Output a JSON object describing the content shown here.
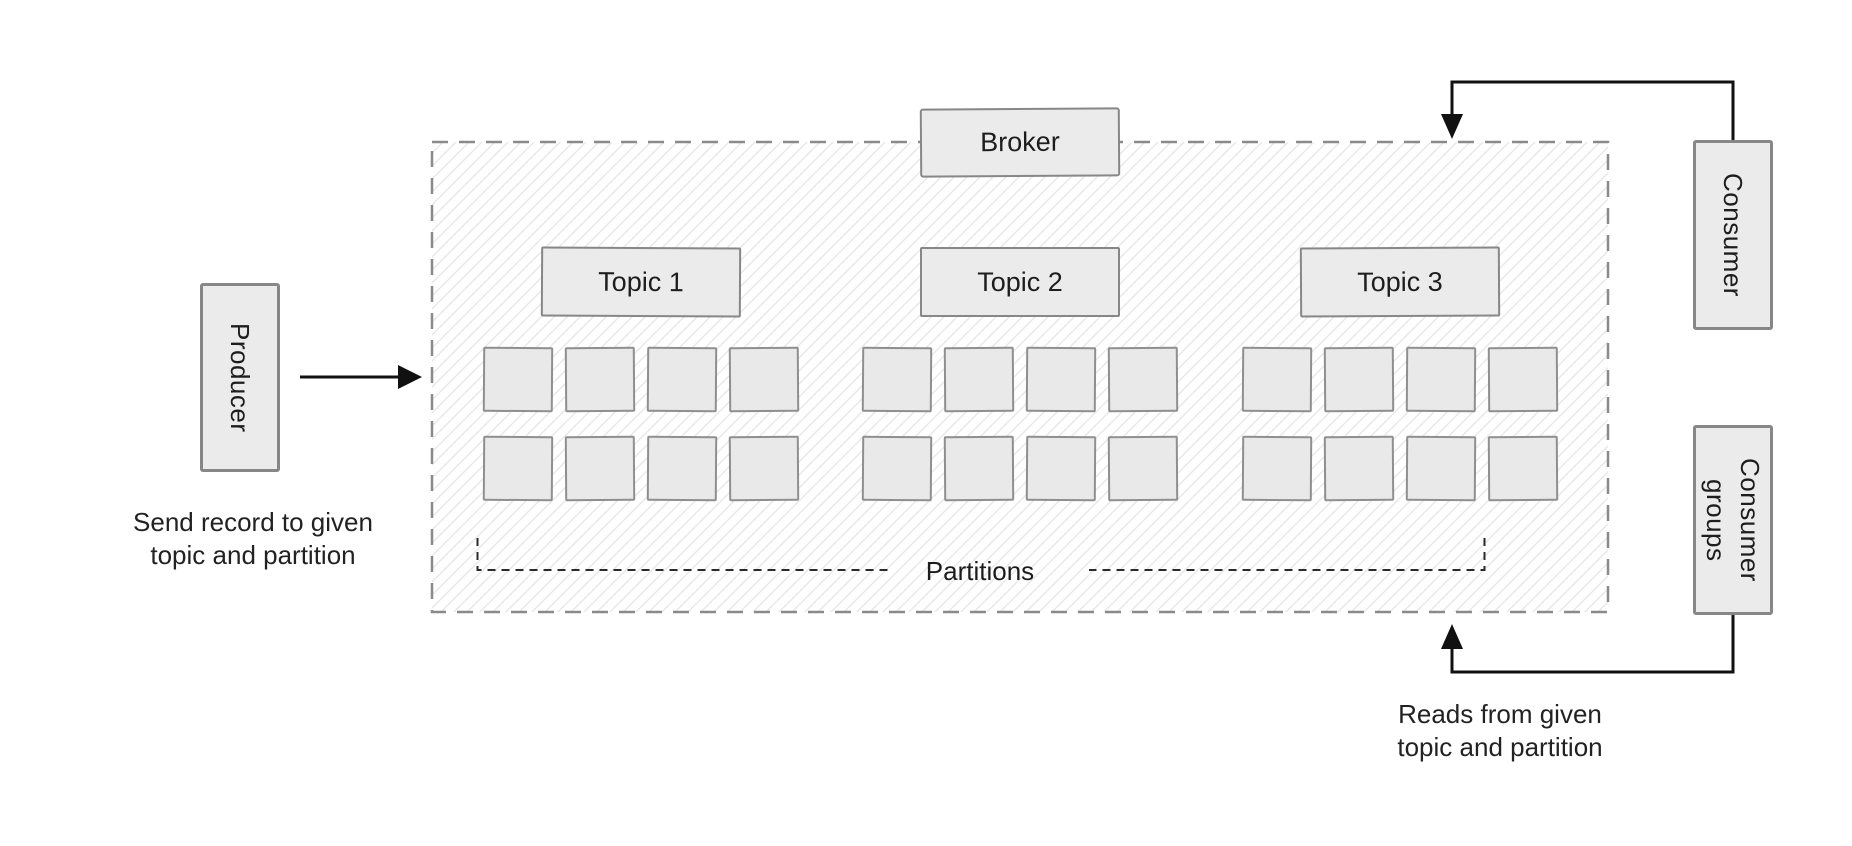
{
  "boxes": {
    "broker": "Broker",
    "producer": "Producer",
    "consumer": "Consumer",
    "consumer_groups": "Consumer groups"
  },
  "topics": [
    {
      "label": "Topic 1",
      "partition_count": 8
    },
    {
      "label": "Topic 2",
      "partition_count": 8
    },
    {
      "label": "Topic 3",
      "partition_count": 8
    }
  ],
  "labels": {
    "partitions": "Partitions"
  },
  "annotations": {
    "producer_note": "Send record to given\ntopic and partition",
    "consumer_note": "Reads from given\ntopic and partition"
  },
  "colors": {
    "box_fill": "#ebebeb",
    "box_border": "#878787",
    "container_border": "#8a8a8a",
    "hatch_line": "#e7e7e7",
    "arrow": "#111111",
    "dashed_bracket": "#2a2a2a",
    "text": "#1d1d1d"
  }
}
